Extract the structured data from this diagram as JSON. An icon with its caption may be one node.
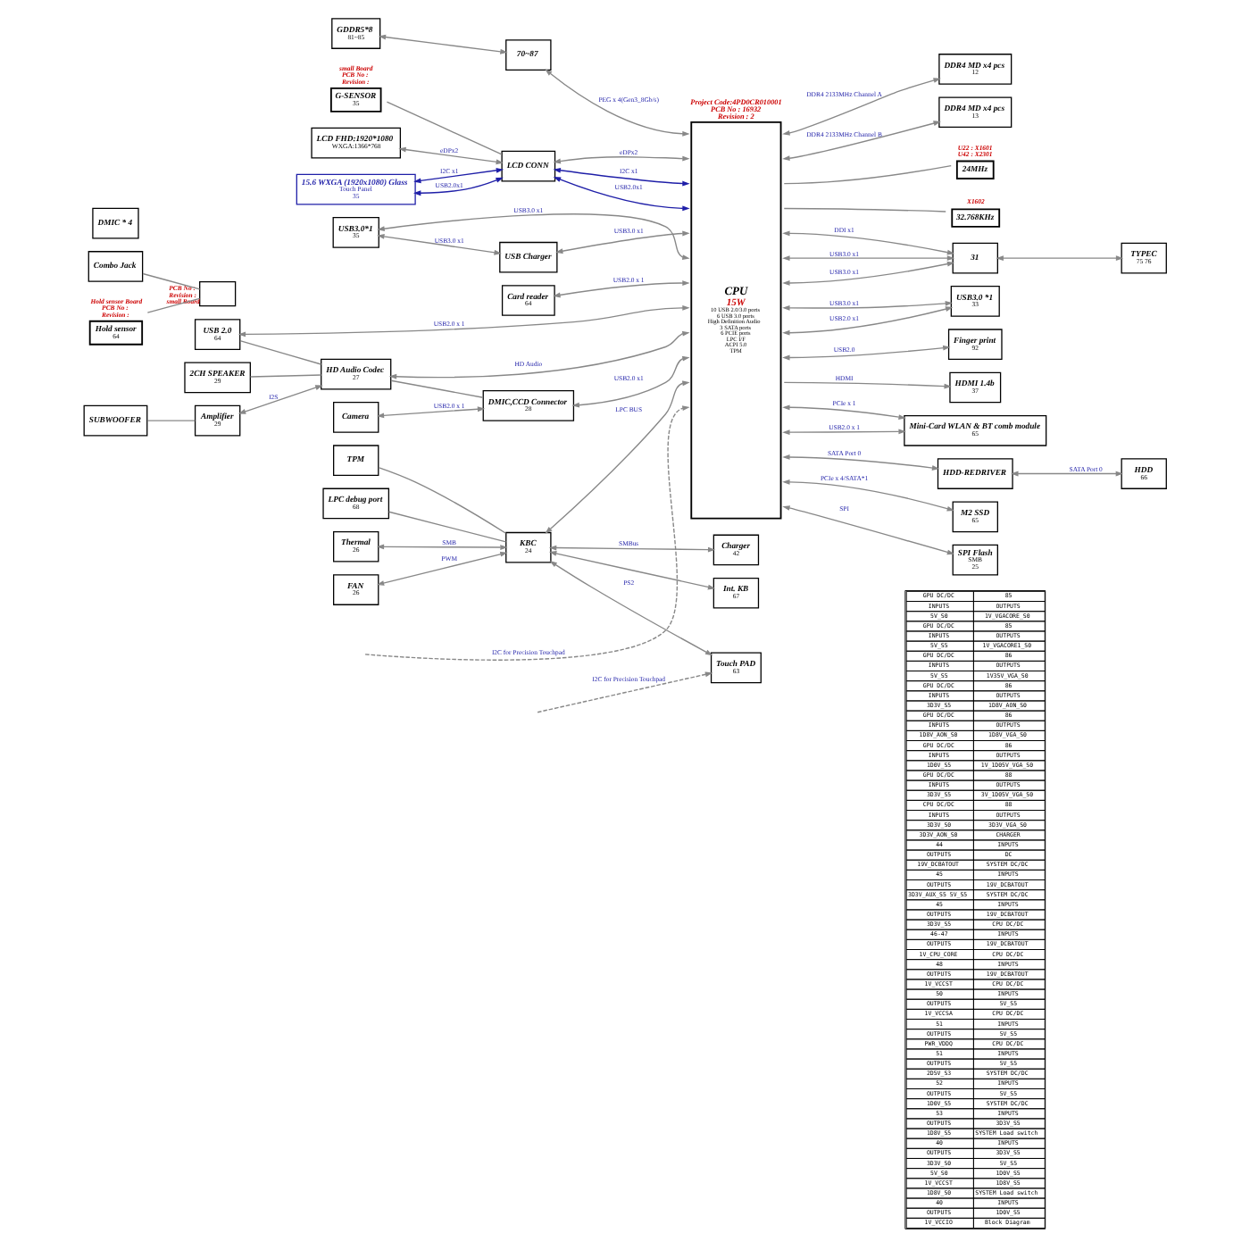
{
  "diagram": {
    "nodes": [
      {
        "text": [
          "GDDR5*8",
          "81~85"
        ]
      },
      {
        "text": [
          "70~87"
        ]
      },
      {
        "text": [
          "CPU",
          "15W",
          "10 USB 2.0/3.0 ports",
          "6 USB 3.0 ports",
          "High Definition Audio",
          "3 SATA ports",
          "6 PCIE ports",
          "LPC I/F",
          "ACPI 5.0",
          "TPM"
        ],
        "beside": [
          "Project Code:4PD0CR010001",
          "PCB No : 16932",
          "Revision : 2"
        ]
      },
      {
        "text": [
          "G-SENSOR",
          "35"
        ],
        "beside": [
          "small Board",
          "PCB No :",
          "Revision :"
        ]
      },
      {
        "text": [
          "LCD FHD:1920*1080",
          "WXGA:1366*768"
        ]
      },
      {
        "text": [
          "LCD CONN"
        ]
      },
      {
        "text": [
          "15.6 WXGA (1920x1080) Glass",
          "Touch Panel",
          "35"
        ]
      },
      {
        "text": [
          "USB3.0*1",
          "35"
        ]
      },
      {
        "text": [
          "USB Charger"
        ]
      },
      {
        "text": [
          "DDR4 MD x4 pcs",
          "12"
        ]
      },
      {
        "text": [
          "DDR4 MD x4 pcs",
          "13"
        ]
      },
      {
        "text": [
          "24MHz"
        ],
        "beside": [
          "U22 : X1601",
          "U42 : X2301"
        ]
      },
      {
        "text": [
          "32.768KHz"
        ],
        "beside": [
          "X1602"
        ]
      },
      {
        "text": [
          "31"
        ]
      },
      {
        "text": [
          "TYPEC",
          "75 76"
        ]
      },
      {
        "text": [
          "USB3.0 *1",
          "33"
        ]
      },
      {
        "text": [
          "Finger print",
          "92"
        ]
      },
      {
        "text": [
          "HDMI 1.4b",
          "37"
        ]
      },
      {
        "text": [
          "Mini-Card WLAN & BT comb module",
          "65"
        ]
      },
      {
        "text": [
          "HDD-REDRIVER"
        ]
      },
      {
        "text": [
          "HDD",
          "66"
        ]
      },
      {
        "text": [
          "M2 SSD",
          "65"
        ]
      },
      {
        "text": [
          "SPI Flash",
          "SMB",
          "25"
        ]
      },
      {
        "text": [
          "Combo Jack"
        ]
      },
      {
        "text": [
          "Hold sensor",
          "64"
        ],
        "beside": [
          "Hold sensor Board",
          "PCB No :",
          "Revision :"
        ]
      },
      {
        "text": [],
        "shape": "box",
        "beside": [
          "PCB No :",
          "Revision :",
          "small Board"
        ]
      },
      {
        "text": [
          "Card reader",
          "64"
        ]
      },
      {
        "text": [
          "USB 2.0",
          "64"
        ]
      },
      {
        "text": [
          "2CH SPEAKER",
          "29"
        ]
      },
      {
        "text": [
          "SUBWOOFER"
        ]
      },
      {
        "text": [
          "Amplifier",
          "29"
        ]
      },
      {
        "text": [
          "HD Audio Codec",
          "27"
        ]
      },
      {
        "text": [
          "DMIC * 4"
        ]
      },
      {
        "text": [
          "Camera"
        ]
      },
      {
        "text": [
          "DMIC,CCD Connector",
          "28"
        ]
      },
      {
        "text": [
          "TPM"
        ]
      },
      {
        "text": [
          "LPC debug port",
          "68"
        ]
      },
      {
        "text": [
          "KBC",
          "24"
        ]
      },
      {
        "text": [
          "Thermal",
          "26"
        ]
      },
      {
        "text": [
          "FAN",
          "26"
        ]
      },
      {
        "text": [
          "Charger",
          "42"
        ]
      },
      {
        "text": [
          "Touch PAD",
          "63"
        ]
      },
      {
        "text": [
          "Int. KB",
          "67"
        ]
      }
    ],
    "edges": [
      {
        "from": 0,
        "to": 1,
        "arrow": "both"
      },
      {
        "from": 1,
        "to": 2,
        "arrow": "both",
        "label": "PEG x 4(Gen3_8Gb/s)"
      },
      {
        "from": 3,
        "to": 5,
        "arrow": "none"
      },
      {
        "from": 4,
        "to": 5,
        "arrow": "both",
        "label": "eDPx2"
      },
      {
        "from": 5,
        "to": 2,
        "arrow": "both",
        "label": "eDPx2"
      },
      {
        "from": 6,
        "to": 5,
        "arrow": "both",
        "label": "I2C x1",
        "color": "#1f1fa8"
      },
      {
        "from": 6,
        "to": 5,
        "arrow": "both",
        "label": "USB2.0x1",
        "color": "#1f1fa8"
      },
      {
        "from": 5,
        "to": 2,
        "arrow": "both",
        "label": "I2C x1",
        "color": "#1f1fa8"
      },
      {
        "from": 5,
        "to": 2,
        "arrow": "both",
        "label": "USB2.0x1",
        "color": "#1f1fa8"
      },
      {
        "from": 7,
        "to": 8,
        "arrow": "both",
        "label": "USB3.0 x1"
      },
      {
        "from": 8,
        "to": 2,
        "arrow": "both",
        "label": "USB3.0 x1"
      },
      {
        "from": 7,
        "to": 2,
        "arrow": "both",
        "label": "USB3.0 x1"
      },
      {
        "from": 2,
        "to": 9,
        "arrow": "both",
        "label": "DDR4 2133MHz Channel A"
      },
      {
        "from": 2,
        "to": 10,
        "arrow": "both",
        "label": "DDR4 2133MHz Channel B"
      },
      {
        "from": 2,
        "to": 11,
        "arrow": "none"
      },
      {
        "from": 2,
        "to": 12,
        "arrow": "none"
      },
      {
        "from": 2,
        "to": 13,
        "arrow": "both",
        "label": "DDI x1"
      },
      {
        "from": 2,
        "to": 13,
        "arrow": "both",
        "label": "USB3.0 x1"
      },
      {
        "from": 2,
        "to": 13,
        "arrow": "both",
        "label": "USB3.0 x1"
      },
      {
        "from": 13,
        "to": 14,
        "arrow": "both"
      },
      {
        "from": 2,
        "to": 15,
        "arrow": "both",
        "label": "USB3.0 x1"
      },
      {
        "from": 2,
        "to": 15,
        "arrow": "both",
        "label": "USB2.0 x1"
      },
      {
        "from": 2,
        "to": 16,
        "arrow": "both",
        "label": "USB2.0"
      },
      {
        "from": 2,
        "to": 17,
        "arrow": "to",
        "label": "HDMI"
      },
      {
        "from": 2,
        "to": 18,
        "arrow": "both",
        "label": "PCIe x 1"
      },
      {
        "from": 2,
        "to": 18,
        "arrow": "both",
        "label": "USB2.0 x 1"
      },
      {
        "from": 2,
        "to": 19,
        "arrow": "both",
        "label": "SATA Port 0"
      },
      {
        "from": 19,
        "to": 20,
        "arrow": "both",
        "label": "SATA Port 0"
      },
      {
        "from": 2,
        "to": 21,
        "arrow": "both",
        "label": "PCIe x 4/SATA*1"
      },
      {
        "from": 2,
        "to": 22,
        "arrow": "both",
        "label": "SPI"
      },
      {
        "from": 23,
        "to": 25,
        "arrow": "none"
      },
      {
        "from": 24,
        "to": 25,
        "arrow": "none"
      },
      {
        "from": 26,
        "to": 2,
        "arrow": "both",
        "label": "USB2.0 x 1"
      },
      {
        "from": 27,
        "to": 2,
        "arrow": "both",
        "label": "USB2.0 x 1"
      },
      {
        "from": 27,
        "to": 31,
        "arrow": "none"
      },
      {
        "from": 28,
        "to": 31,
        "arrow": "none"
      },
      {
        "from": 29,
        "to": 30,
        "arrow": "none"
      },
      {
        "from": 30,
        "to": 31,
        "arrow": "both",
        "label": "I2S"
      },
      {
        "from": 31,
        "to": 2,
        "arrow": "both",
        "label": "HD Audio"
      },
      {
        "from": 31,
        "to": 34,
        "arrow": "none"
      },
      {
        "from": 33,
        "to": 34,
        "arrow": "both",
        "label": "USB2.0 x 1"
      },
      {
        "from": 34,
        "to": 2,
        "arrow": "both",
        "label": "USB2.0 x1"
      },
      {
        "from": 37,
        "to": 2,
        "arrow": "both",
        "label": "LPC BUS"
      },
      {
        "from": 35,
        "to": 37,
        "arrow": "none"
      },
      {
        "from": 36,
        "to": 37,
        "arrow": "none"
      },
      {
        "from": 38,
        "to": 37,
        "arrow": "both",
        "label": "SMB"
      },
      {
        "from": 39,
        "to": 37,
        "arrow": "both",
        "label": "PWM"
      },
      {
        "from": 37,
        "to": 40,
        "arrow": "both",
        "label": "SMBus"
      },
      {
        "from": 37,
        "to": 41,
        "arrow": "both",
        "label": "PS2"
      },
      {
        "from": 37,
        "to": 42,
        "arrow": "both"
      },
      {
        "from": null,
        "to": 2,
        "arrow": "to",
        "style": "dashed",
        "label": "I2C for Precision Touchpad"
      },
      {
        "from": null,
        "to": 41,
        "arrow": "to",
        "style": "dashed",
        "label": "I2C for Precision Touchpad"
      }
    ],
    "labels": [
      "GPU DC/DC",
      "85",
      "INPUTS",
      "OUTPUTS",
      "5V_S0",
      "1V_VGACORE_S0",
      "GPU DC/DC",
      "85",
      "INPUTS",
      "OUTPUTS",
      "5V_S5",
      "1V_VGACORE1_S0",
      "GPU DC/DC",
      "86",
      "INPUTS",
      "OUTPUTS",
      "5V_S5",
      "1V35V_VGA_S0",
      "GPU DC/DC",
      "86",
      "INPUTS",
      "OUTPUTS",
      "3D3V_S5",
      "1D8V_AON_S0",
      "GPU DC/DC",
      "86",
      "INPUTS",
      "OUTPUTS",
      "1D8V_AON_S0",
      "1D8V_VGA_S0",
      "GPU DC/DC",
      "86",
      "INPUTS",
      "OUTPUTS",
      "1D0V_S5",
      "1V_1D05V_VGA_S0",
      "GPU DC/DC",
      "88",
      "INPUTS",
      "OUTPUTS",
      "3D3V_S5",
      "3V_1D05V_VGA_S0",
      "CPU DC/DC",
      "88",
      "INPUTS",
      "OUTPUTS",
      "3D3V_S0",
      "3D3V_VGA_S0",
      "3D3V_AON_S0",
      "CHARGER",
      "44",
      "INPUTS",
      "OUTPUTS",
      "DC",
      "19V_DCBATOUT",
      "SYSTEM DC/DC",
      "45",
      "INPUTS",
      "OUTPUTS",
      "19V_DCBATOUT",
      "3D3V_AUX_S5 5V_S5",
      "SYSTEM DC/DC",
      "45",
      "INPUTS",
      "OUTPUTS",
      "19V_DCBATOUT",
      "3D3V_S5",
      "CPU DC/DC",
      "46-47",
      "INPUTS",
      "OUTPUTS",
      "19V_DCBATOUT",
      "1V_CPU_CORE",
      "CPU DC/DC",
      "48",
      "INPUTS",
      "OUTPUTS",
      "19V_DCBATOUT",
      "1V_VCCST",
      "CPU DC/DC",
      "50",
      "INPUTS",
      "OUTPUTS",
      "5V_S5",
      "1V_VCCSA",
      "CPU DC/DC",
      "51",
      "INPUTS",
      "OUTPUTS",
      "5V_S5",
      "PWR_VDDQ",
      "CPU DC/DC",
      "51",
      "INPUTS",
      "OUTPUTS",
      "5V_S5",
      "2D5V_S3",
      "SYSTEM DC/DC",
      "52",
      "INPUTS",
      "OUTPUTS",
      "5V_S5",
      "1D0V_S5",
      "SYSTEM DC/DC",
      "53",
      "INPUTS",
      "OUTPUTS",
      "3D3V_S5",
      "1D8V_S5",
      "SYSTEM Load switch",
      "40",
      "INPUTS",
      "OUTPUTS",
      "3D3V_S5",
      "3D3V_S0",
      "5V_S5",
      "5V_S0",
      "1D0V_S5",
      "1V_VCCST",
      "1D8V_S5",
      "1D8V_S0",
      "SYSTEM Load switch",
      "40",
      "INPUTS",
      "OUTPUTS",
      "1D0V_S5",
      "1V_VCCIO",
      "Block Diagram"
    ]
  }
}
